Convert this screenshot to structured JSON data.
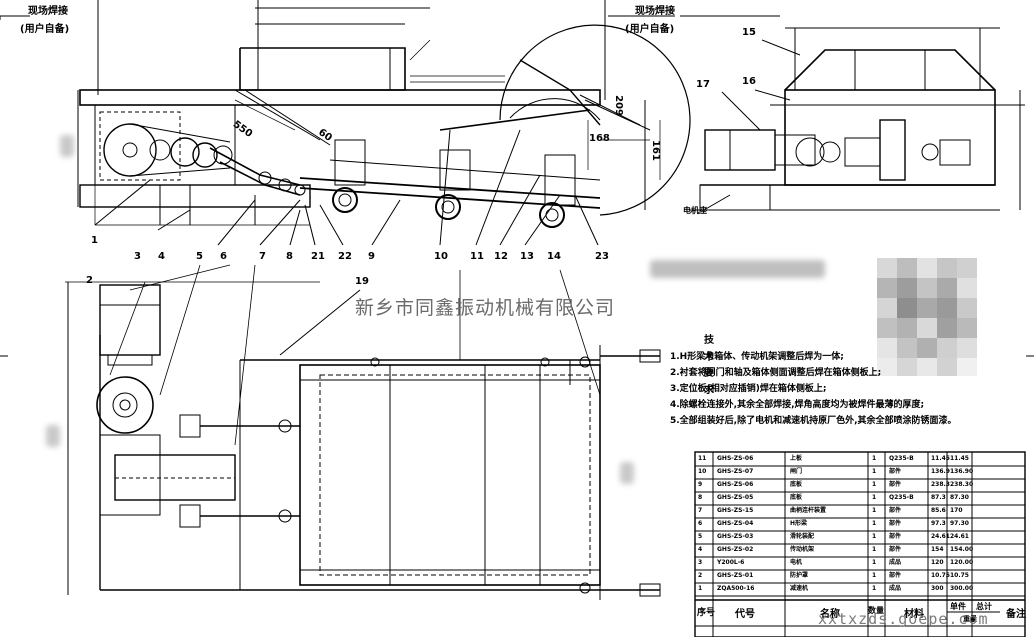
{
  "site_weld_label": "现场焊接",
  "user_supplied_label": "(用户自备)",
  "company_name": "新乡市同鑫振动机械有限公司",
  "motor_base_label": "电机座",
  "dimensions": {
    "d550": "550",
    "d60": "60",
    "d209": "209",
    "d168": "168",
    "d161": "161"
  },
  "callouts": [
    "1",
    "2",
    "3",
    "4",
    "5",
    "6",
    "7",
    "8",
    "9",
    "10",
    "11",
    "12",
    "13",
    "14",
    "15",
    "16",
    "17",
    "19",
    "21",
    "22",
    "23"
  ],
  "tech_requirements": {
    "title": "技术要求",
    "notes": [
      "1.H形梁与箱体、传动机架调整后焊为一体;",
      "2.衬套将闸门和轴及箱体侧面调整后焊在箱体侧板上;",
      "3.定位板(相对应插销)焊在箱体侧板上;",
      "4.除螺栓连接外,其余全部焊接,焊角高度均为被焊件最薄的厚度;",
      "5.全部组装好后,除了电机和减速机持原厂色外,其余全部喷涂防锈面漆。"
    ]
  },
  "parts_table": {
    "headers": {
      "seq": "序号",
      "code": "代号",
      "name": "名称",
      "qty": "数量",
      "material": "材料",
      "unit": "单件",
      "total": "总计",
      "weight": "重量",
      "remark": "备注"
    },
    "rows": [
      {
        "seq": "11",
        "code": "GHS-ZS-06",
        "name": "上板",
        "qty": "1",
        "material": "Q235-B",
        "unit": "11.45",
        "total": "11.45"
      },
      {
        "seq": "10",
        "code": "GHS-ZS-07",
        "name": "闸门",
        "qty": "1",
        "material": "部件",
        "unit": "136.9",
        "total": "136.90"
      },
      {
        "seq": "9",
        "code": "GHS-ZS-06",
        "name": "底板",
        "qty": "1",
        "material": "部件",
        "unit": "238.3",
        "total": "238.30"
      },
      {
        "seq": "8",
        "code": "GHS-ZS-05",
        "name": "底板",
        "qty": "1",
        "material": "Q235-B",
        "unit": "87.3",
        "total": "87.30"
      },
      {
        "seq": "7",
        "code": "GHS-ZS-15",
        "name": "曲柄连杆装置",
        "qty": "1",
        "material": "部件",
        "unit": "85.6",
        "total": "170"
      },
      {
        "seq": "6",
        "code": "GHS-ZS-04",
        "name": "H形梁",
        "qty": "1",
        "material": "部件",
        "unit": "97.3",
        "total": "97.30"
      },
      {
        "seq": "5",
        "code": "GHS-ZS-03",
        "name": "滑轮装配",
        "qty": "1",
        "material": "部件",
        "unit": "24.61",
        "total": "24.61"
      },
      {
        "seq": "4",
        "code": "GHS-ZS-02",
        "name": "传动机架",
        "qty": "1",
        "material": "部件",
        "unit": "154",
        "total": "154.00"
      },
      {
        "seq": "3",
        "code": "Y200L-6",
        "name": "电机",
        "qty": "1",
        "material": "成品",
        "unit": "120",
        "total": "120.00"
      },
      {
        "seq": "2",
        "code": "GHS-ZS-01",
        "name": "防护罩",
        "qty": "1",
        "material": "部件",
        "unit": "10.75",
        "total": "10.75"
      },
      {
        "seq": "1",
        "code": "ZQA500-16",
        "name": "减速机",
        "qty": "1",
        "material": "成品",
        "unit": "300",
        "total": "300.00"
      }
    ]
  },
  "watermark": "xxtxzds.goepe.com"
}
